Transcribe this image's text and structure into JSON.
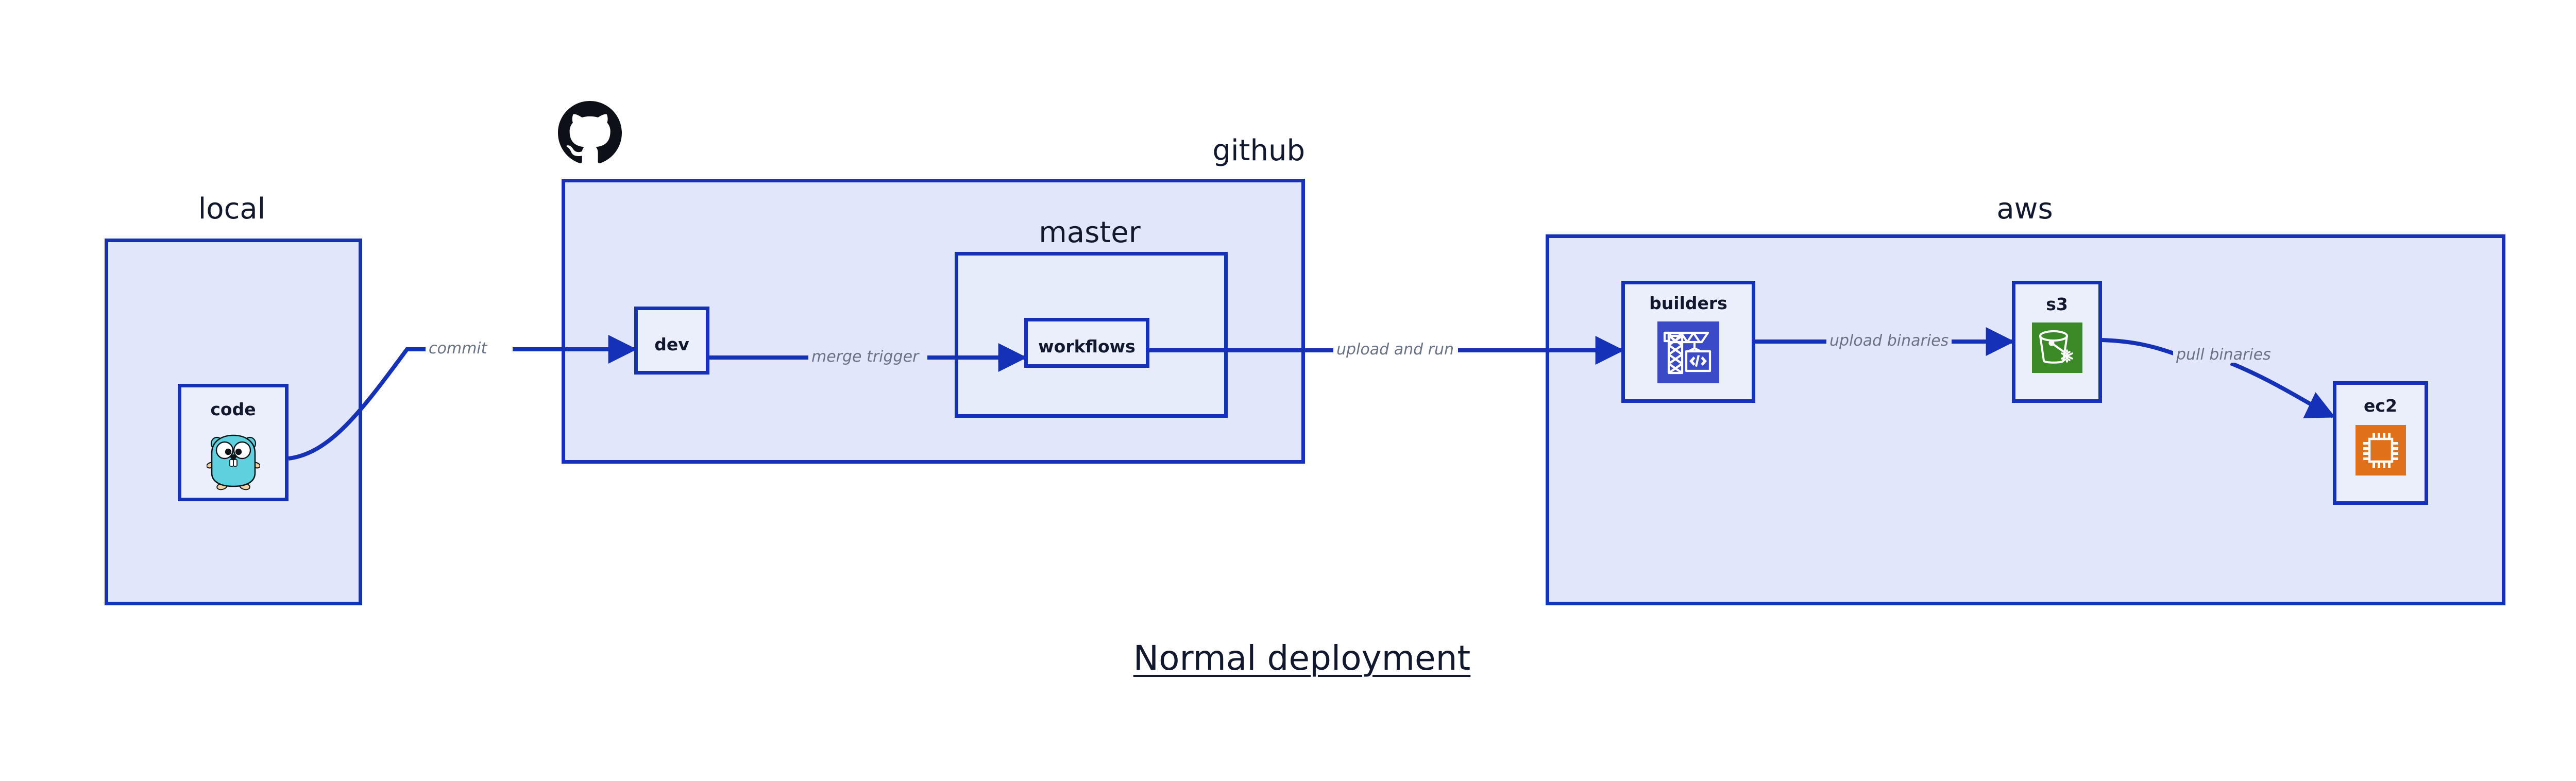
{
  "diagram": {
    "title": "Normal deployment",
    "colors": {
      "group_fill": "#e1e6fa",
      "node_fill": "#ebeffb",
      "border_blue": "#1431b8",
      "edge_blue": "#1431b8",
      "label_grey": "#6a7285",
      "text_navy": "#12192e",
      "builders_tile": "#3b4bc8",
      "s3_tile": "#3a8a27",
      "ec2_tile": "#e0701a",
      "gopher_body": "#5fd0dd",
      "octocat_black": "#0d1117"
    }
  },
  "groups": [
    {
      "id": "local",
      "label": "local",
      "label_align": "center"
    },
    {
      "id": "github",
      "label": "github",
      "label_align": "right"
    },
    {
      "id": "aws",
      "label": "aws",
      "label_align": "center"
    }
  ],
  "subgroups": [
    {
      "id": "master",
      "label": "master",
      "parent": "github"
    }
  ],
  "nodes": [
    {
      "id": "code",
      "label": "code",
      "icon": "go-gopher-icon",
      "parent": "local"
    },
    {
      "id": "dev",
      "label": "dev",
      "icon": null,
      "parent": "github"
    },
    {
      "id": "workflows",
      "label": "workflows",
      "icon": null,
      "parent": "master"
    },
    {
      "id": "builders",
      "label": "builders",
      "icon": "crane-code-icon",
      "parent": "aws"
    },
    {
      "id": "s3",
      "label": "s3",
      "icon": "s3-bucket-icon",
      "parent": "aws"
    },
    {
      "id": "ec2",
      "label": "ec2",
      "icon": "cpu-chip-icon",
      "parent": "aws"
    }
  ],
  "edges": [
    {
      "id": "commit",
      "from": "code",
      "to": "dev",
      "label": "commit"
    },
    {
      "id": "merge-trigger",
      "from": "dev",
      "to": "workflows",
      "label": "merge trigger"
    },
    {
      "id": "upload-and-run",
      "from": "workflows",
      "to": "builders",
      "label": "upload and run"
    },
    {
      "id": "upload-binaries",
      "from": "builders",
      "to": "s3",
      "label": "upload binaries"
    },
    {
      "id": "pull-binaries",
      "from": "s3",
      "to": "ec2",
      "label": "pull binaries"
    }
  ],
  "logos": [
    {
      "id": "github-logo",
      "icon": "github-octocat-icon",
      "group": "github"
    }
  ]
}
